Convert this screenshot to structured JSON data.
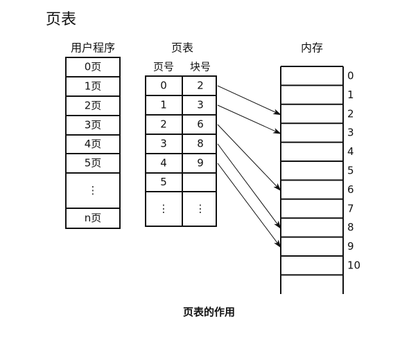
{
  "title": "页表",
  "caption": "页表的作用",
  "user_program": {
    "heading": "用户程序",
    "pages": [
      "0页",
      "1页",
      "2页",
      "3页",
      "4页",
      "5页",
      "⋮",
      "n页"
    ]
  },
  "page_table": {
    "heading": "页表",
    "columns": [
      "页号",
      "块号"
    ],
    "rows": [
      [
        "0",
        "2"
      ],
      [
        "1",
        "3"
      ],
      [
        "2",
        "6"
      ],
      [
        "3",
        "8"
      ],
      [
        "4",
        "9"
      ],
      [
        "5",
        ""
      ],
      [
        "⋮",
        "⋮"
      ]
    ]
  },
  "memory": {
    "heading": "内存",
    "blocks": [
      "0",
      "1",
      "2",
      "3",
      "4",
      "5",
      "6",
      "7",
      "8",
      "9",
      "10"
    ]
  },
  "mappings": [
    [
      0,
      2
    ],
    [
      1,
      3
    ],
    [
      2,
      6
    ],
    [
      3,
      8
    ],
    [
      4,
      9
    ]
  ]
}
